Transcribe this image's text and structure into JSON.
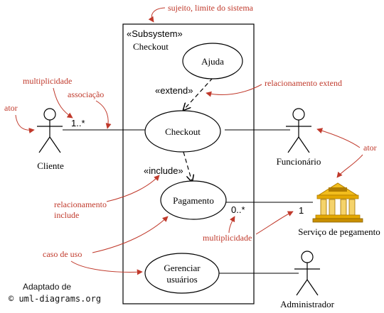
{
  "subsystem": {
    "stereotype": "«Subsystem»",
    "name": "Checkout"
  },
  "use_cases": {
    "ajuda": "Ajuda",
    "checkout": "Checkout",
    "pagamento": "Pagamento",
    "gerenciar_line1": "Gerenciar",
    "gerenciar_line2": "usuários"
  },
  "actors": {
    "cliente": "Cliente",
    "funcionario": "Funcionário",
    "administrador": "Administrador",
    "servico": "Serviço de pegamento"
  },
  "labels": {
    "extend": "«extend»",
    "include": "«include»",
    "mult_cliente": "1..*",
    "mult_pag": "0..*",
    "mult_serv": "1"
  },
  "annotations": {
    "sujeito": "sujeito, limite do sistema",
    "multiplicidade_left": "multiplicidade",
    "associacao": "associação",
    "ator_left": "ator",
    "rel_extend": "relacionamento extend",
    "ator_right": "ator",
    "rel_include_1": "relacionamento",
    "rel_include_2": "include",
    "caso_de_uso": "caso de uso",
    "multiplicidade_right": "multiplicidade"
  },
  "credit": {
    "line1": "Adaptado de",
    "line2": "© uml-diagrams.org"
  },
  "colors": {
    "annotation": "#c0392b",
    "ink": "#000000",
    "bank_gold": "#e5a800"
  }
}
